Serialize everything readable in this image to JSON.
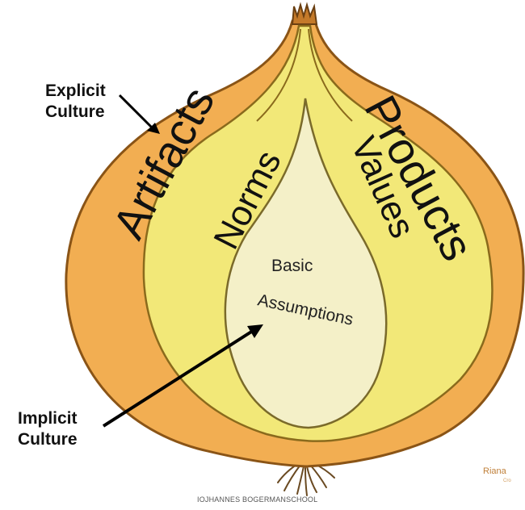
{
  "callouts": {
    "explicit": {
      "line1": "Explicit",
      "line2": "Culture"
    },
    "implicit": {
      "line1": "Implicit",
      "line2": "Culture"
    }
  },
  "layers": {
    "outer_left": "Artifacts",
    "outer_right": "Products",
    "middle_left": "Norms",
    "middle_right": "Values",
    "core_line1": "Basic",
    "core_line2": "Assumptions"
  },
  "footer": "IOJHANNES BOGERMANSCHOOL",
  "watermark": {
    "main": "Riana",
    "sub": "Cro"
  },
  "colors": {
    "outer_layer": "#f2ae52",
    "outer_outline": "#8a5416",
    "middle_layer": "#f2e878",
    "core_layer": "#f4f0c8",
    "stem": "#c47a2a"
  }
}
